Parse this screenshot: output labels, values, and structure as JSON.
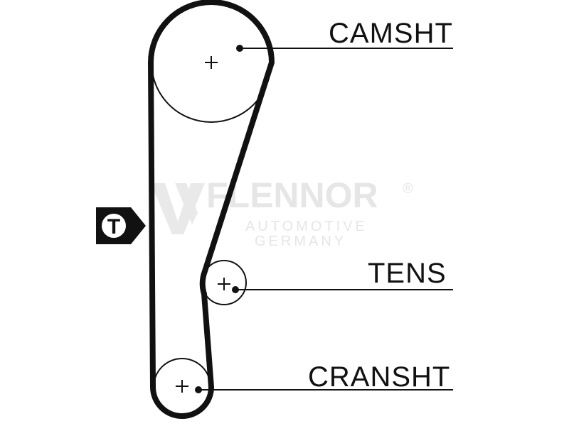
{
  "diagram": {
    "pulleys": [
      {
        "id": "camshaft",
        "label": "CAMSHT"
      },
      {
        "id": "tensioner",
        "label": "TENS"
      },
      {
        "id": "crankshaft",
        "label": "CRANSHT"
      }
    ],
    "tension_marker": {
      "symbol": "T"
    }
  },
  "watermark": {
    "brand": "FLENNOR",
    "registered": "®",
    "line1": "AUTOMOTIVE",
    "line2": "GERMANY"
  },
  "colors": {
    "line": "#111111",
    "watermark": "#e6e6e6",
    "background": "#ffffff"
  }
}
